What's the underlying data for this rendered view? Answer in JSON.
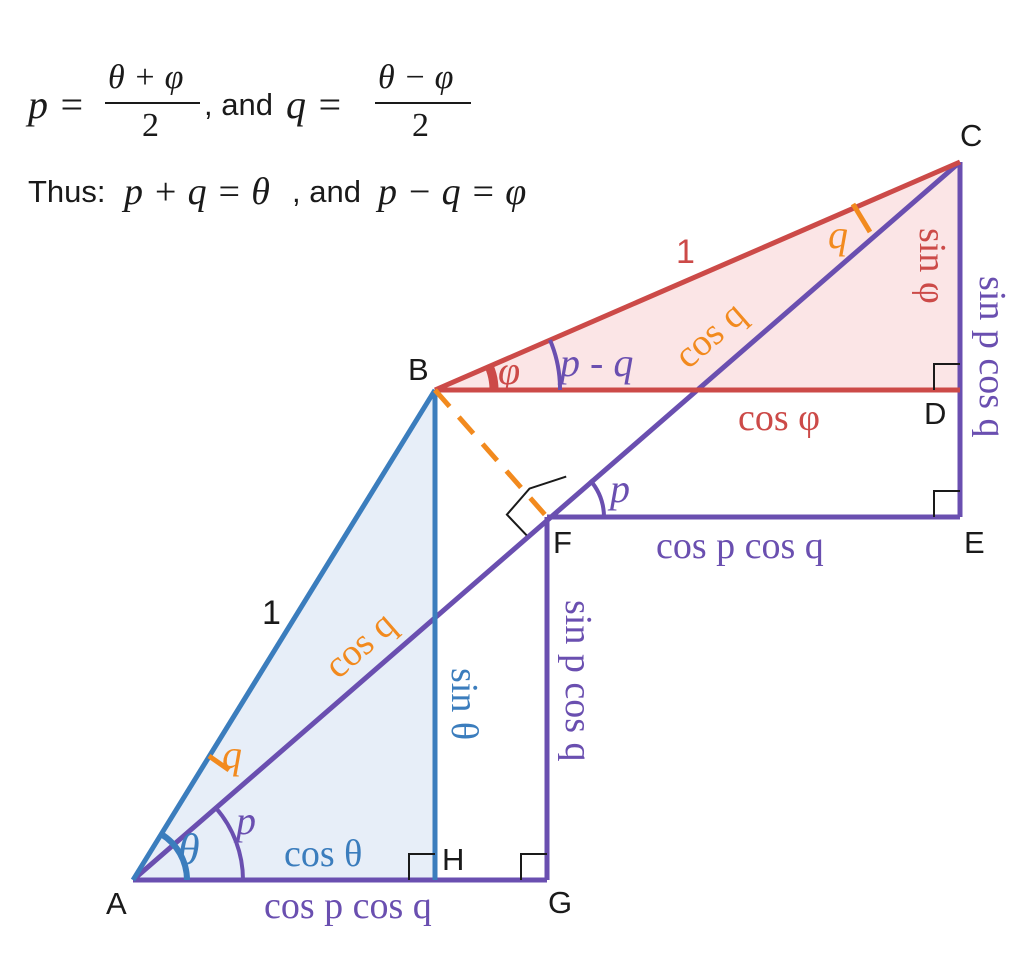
{
  "colors": {
    "blue": "#3b7dbd",
    "purple": "#6a4fb0",
    "red": "#cc4a48",
    "orange": "#f28a1e",
    "blue_fill": "#e7eef8",
    "red_fill": "#fbe5e6",
    "black": "#1a1a1a"
  },
  "formulas": {
    "p_lhs": "p =",
    "p_num": "θ + φ",
    "p_den": "2",
    "and1": ", and",
    "q_lhs": "q =",
    "q_num": "θ − φ",
    "q_den": "2",
    "thus": "Thus:",
    "sum_eq": "p + q = θ",
    "and2": ", and",
    "diff_eq": "p − q = φ"
  },
  "points": {
    "A": "A",
    "B": "B",
    "C": "C",
    "D": "D",
    "E": "E",
    "F": "F",
    "G": "G",
    "H": "H"
  },
  "labels": {
    "one_AB": "1",
    "one_BC": "1",
    "cos_q_AF": "cos q",
    "cos_q_FC": "cos q",
    "sin_theta": "sin θ",
    "cos_theta": "cos θ",
    "cos_p_cos_q_AG": "cos p cos q",
    "sin_p_cos_q_FG": "sin p cos q",
    "cos_p_cos_q_FE": "cos p cos q",
    "sin_p_cos_q_CE": "sin p cos q",
    "sin_phi": "sin φ",
    "cos_phi": "cos φ",
    "angle_theta": "θ",
    "angle_p_A": "p",
    "angle_q_A": "q",
    "angle_phi": "φ",
    "angle_p_minus_q": "p - q",
    "angle_q_C": "q",
    "angle_p_F": "p"
  }
}
